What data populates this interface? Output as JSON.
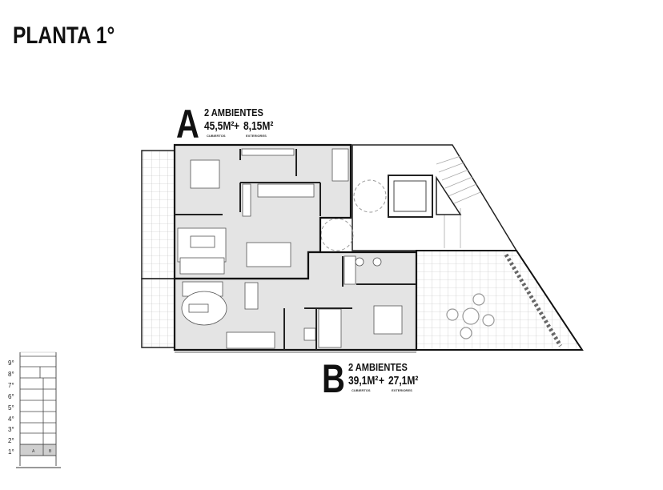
{
  "title": "PLANTA 1°",
  "units": [
    {
      "letter": "A",
      "ambientes": "2 AMBIENTES",
      "cubiertos": "45,5M²",
      "plus": "+",
      "exteriores": "8,15M²",
      "cubiertos_label": "CUBIERTOS",
      "exteriores_label": "EXTERIORES"
    },
    {
      "letter": "B",
      "ambientes": "2 AMBIENTES",
      "cubiertos": "39,1M²",
      "plus": "+",
      "exteriores": "27,1M²",
      "cubiertos_label": "CUBIERTOS",
      "exteriores_label": "EXTERIORES"
    }
  ],
  "elevation": {
    "floors": [
      "9°",
      "8°",
      "7°",
      "6°",
      "5°",
      "4°",
      "3°",
      "2°",
      "1°"
    ],
    "highlighted_floor": "1°",
    "highlight_labels": [
      "A",
      "B"
    ]
  },
  "colors": {
    "interior": "#e4e4e4",
    "wall": "#111111",
    "highlight": "#cfcfcf"
  }
}
